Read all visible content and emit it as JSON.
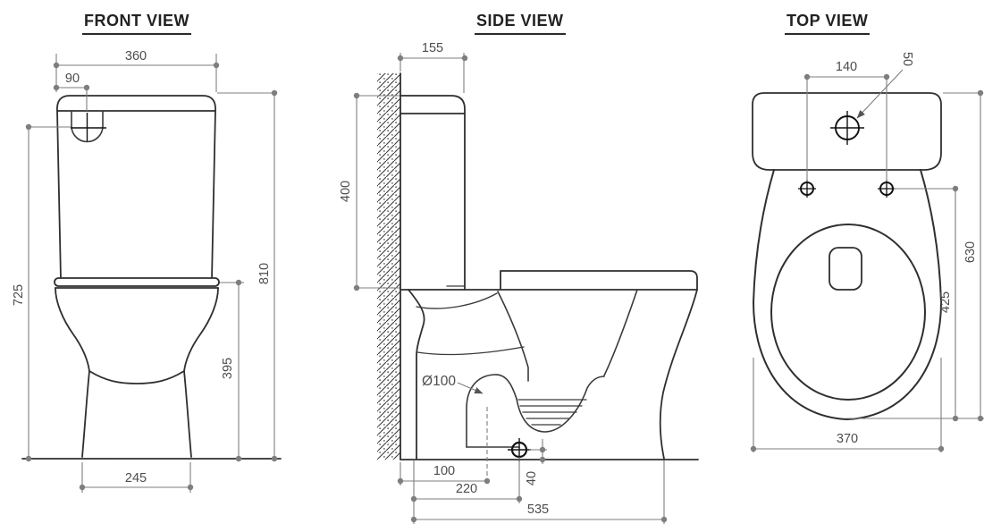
{
  "colors": {
    "body_line": "#2f2f2f",
    "dimension_line": "#7e7e7e",
    "label_text": "#4d4d4d",
    "background": "#ffffff"
  },
  "views": {
    "front": {
      "title": "FRONT VIEW",
      "dims": {
        "tank_width": "360",
        "button_offset": "90",
        "total_height": "810",
        "button_height": "725",
        "bowl_height": "395",
        "base_width": "245"
      }
    },
    "side": {
      "title": "SIDE VIEW",
      "dims": {
        "tank_depth": "155",
        "tank_height": "400",
        "outlet_diameter": "Ø100",
        "outlet_center_from_wall": "100",
        "drain_center_from_back": "220",
        "total_depth": "535",
        "drain_height": "40"
      }
    },
    "top": {
      "title": "TOP VIEW",
      "dims": {
        "button_span": "140",
        "button_diameter": "50",
        "total_length": "630",
        "holes_to_front": "425",
        "bowl_width": "370"
      }
    }
  }
}
